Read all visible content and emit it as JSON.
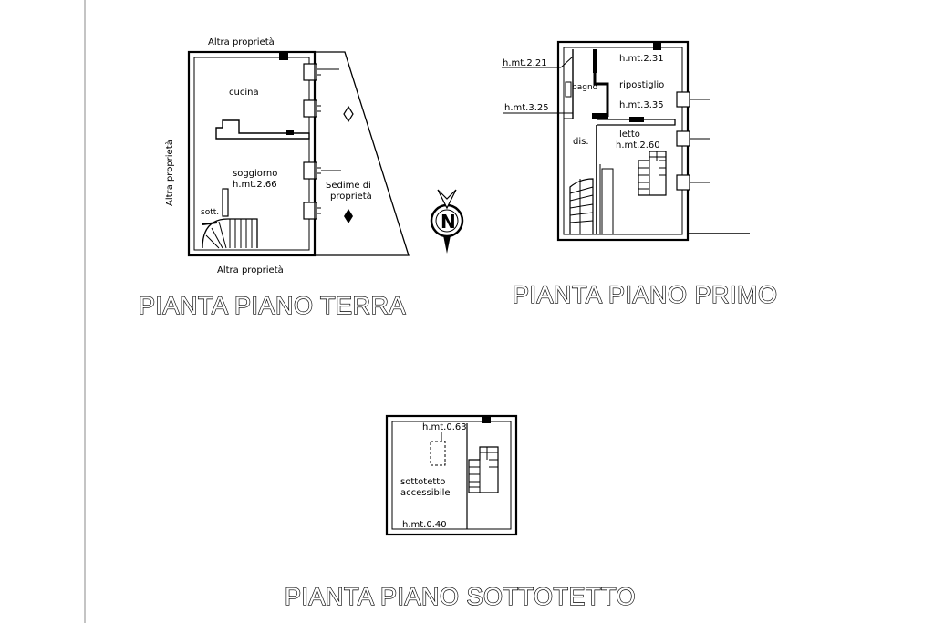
{
  "ground_floor": {
    "title": "PIANTA PIANO TERRA",
    "labels": {
      "top_neighbor": "Altra proprietà",
      "left_neighbor": "Altra proprietà",
      "bottom_neighbor": "Altra proprietà",
      "kitchen": "cucina",
      "living_room": "soggiorno",
      "living_height": "h.mt.2.66",
      "under_stairs": "sott.",
      "property_area_1": "Sedime di",
      "property_area_2": "proprietà"
    }
  },
  "first_floor": {
    "title": "PIANTA PIANO PRIMO",
    "labels": {
      "height_221": "h.mt.2.21",
      "height_231": "h.mt.2.31",
      "bathroom": "bagno",
      "storage": "ripostiglio",
      "height_325": "h.mt.3.25",
      "height_335": "h.mt.3.35",
      "hallway": "dis.",
      "bedroom": "letto",
      "bedroom_height": "h.mt.2.60"
    }
  },
  "attic": {
    "title": "PIANTA PIANO SOTTOTETTO",
    "labels": {
      "height_063": "h.mt.0.63",
      "accessible_attic_1": "sottotetto",
      "accessible_attic_2": "accessibile",
      "height_040": "h.mt.0.40"
    }
  },
  "compass": {
    "north_label": "N"
  }
}
